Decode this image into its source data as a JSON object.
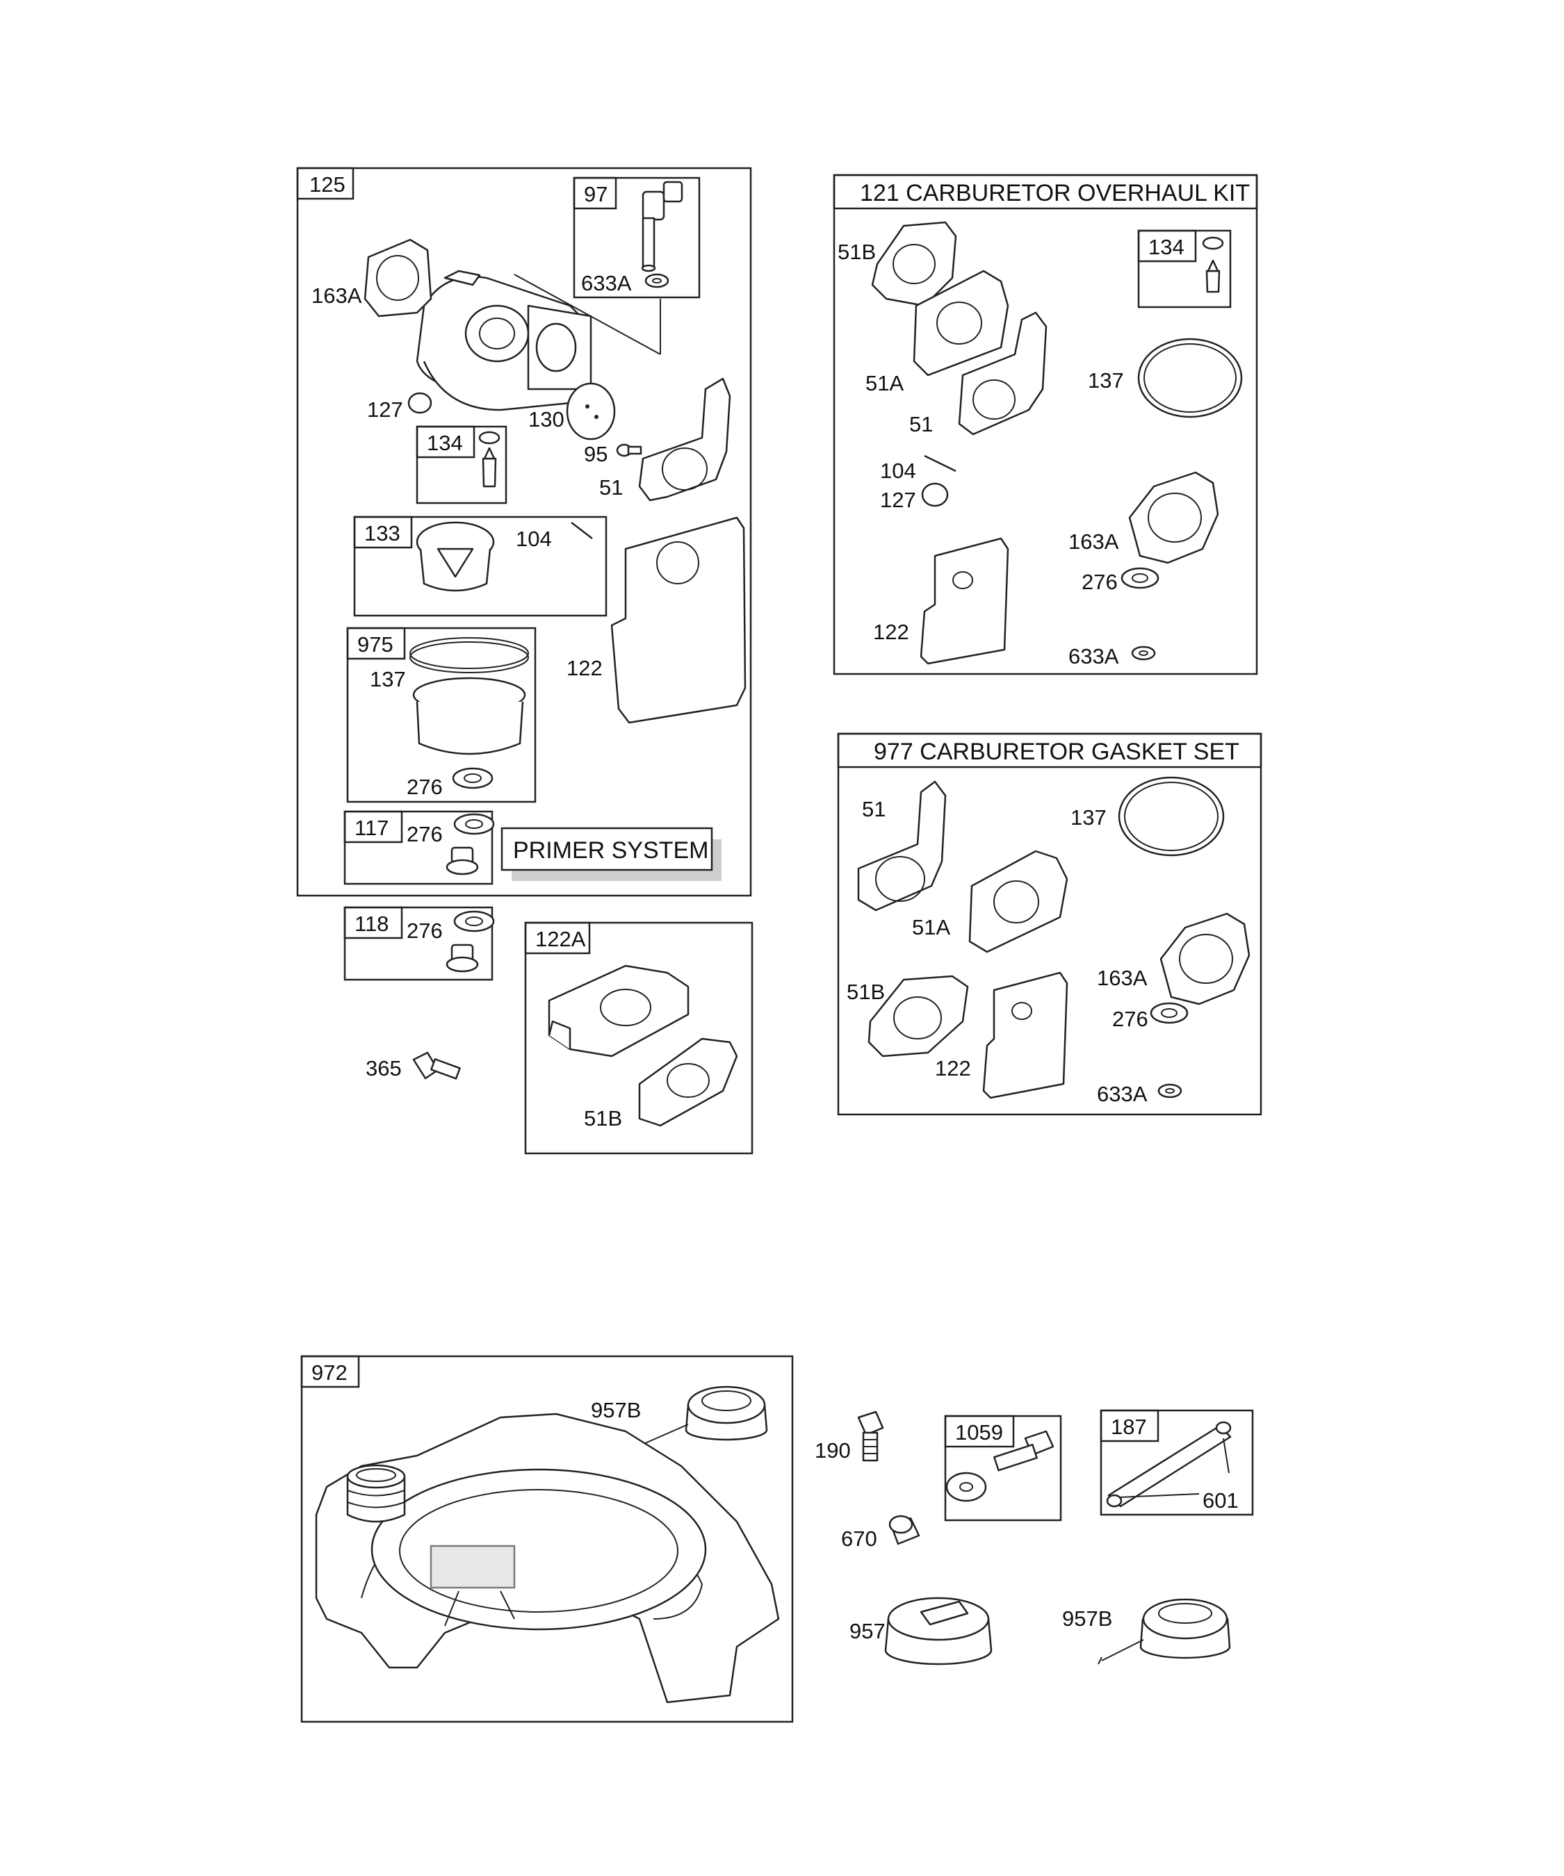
{
  "carburetor_group": {
    "ref": "125",
    "labels": {
      "l163a": "163A",
      "l127": "127",
      "l130": "130",
      "l95": "95",
      "l51": "51",
      "l104": "104",
      "l122": "122",
      "l137": "137",
      "l276a": "276",
      "l276b": "276",
      "l633a": "633A"
    },
    "sub_97": "97",
    "sub_134": "134",
    "sub_133": "133",
    "sub_975": "975",
    "sub_117": "117",
    "primer_system": "PRIMER SYSTEM"
  },
  "primer_118": {
    "ref": "118",
    "label_276": "276"
  },
  "fitting_365": {
    "label": "365"
  },
  "kit_122a": {
    "ref": "122A",
    "label_51b": "51B"
  },
  "overhaul_kit": {
    "title": "121 CARBURETOR OVERHAUL KIT",
    "sub_134": "134",
    "labels": {
      "l51b": "51B",
      "l51a": "51A",
      "l51": "51",
      "l104": "104",
      "l127": "127",
      "l122": "122",
      "l137": "137",
      "l163a": "163A",
      "l276": "276",
      "l633a": "633A"
    }
  },
  "gasket_set": {
    "title": "977 CARBURETOR GASKET SET",
    "labels": {
      "l51": "51",
      "l51a": "51A",
      "l51b": "51B",
      "l122": "122",
      "l137": "137",
      "l163a": "163A",
      "l276": "276",
      "l633a": "633A"
    }
  },
  "fuel_tank": {
    "ref": "972",
    "label_957b": "957B"
  },
  "loose_parts": {
    "l190": "190",
    "l670": "670",
    "l957": "957",
    "l957b": "957B",
    "sub_1059": "1059",
    "sub_187": "187",
    "l601": "601"
  }
}
